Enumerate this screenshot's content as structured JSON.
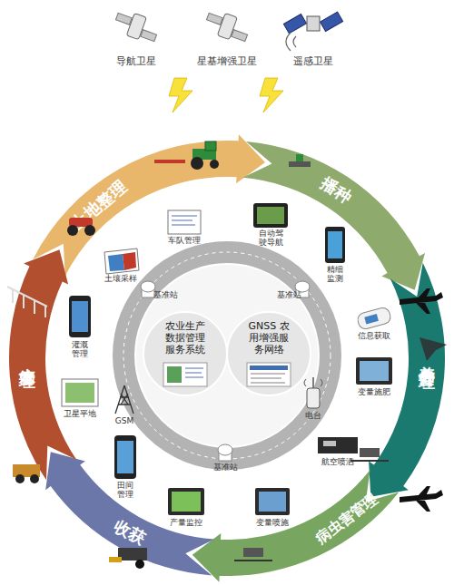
{
  "diagram": {
    "nodes": [
      {
        "text": [
          "土地整理"
        ]
      },
      {
        "text": [
          "播种"
        ]
      },
      {
        "text": [
          "养分管理"
        ]
      },
      {
        "text": [
          "病虫害管理"
        ]
      },
      {
        "text": [
          "收获"
        ]
      },
      {
        "text": [
          "水管理"
        ]
      },
      {
        "text": [
          "农业生产数据管理服务系统"
        ]
      },
      {
        "text": [
          "GNSS 农用增强服务网络"
        ]
      }
    ],
    "labels": [
      "导航卫星",
      "星基增强卫星",
      "遥感卫星",
      "车队管理",
      "自动驾驶导航",
      "土壤采样",
      "精细监测",
      "信息获取",
      "变量施肥",
      "航空喷洒",
      "变量喷施",
      "产量监控",
      "田间管理",
      "灌溉管理",
      "卫星平地",
      "基准站",
      "基准站",
      "基准站",
      "GSM",
      "电台"
    ]
  }
}
